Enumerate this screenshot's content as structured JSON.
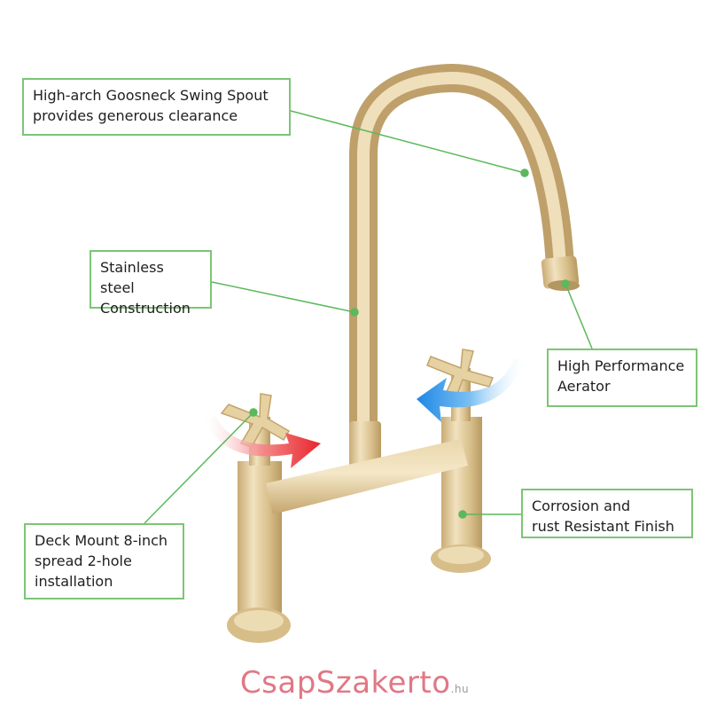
{
  "callouts": {
    "spout": "High-arch Goosneck Swing Spout\nprovides generous clearance",
    "steel": "Stainless steel\nConstruction",
    "aerator": "High Performance\nAerator",
    "finish": "Corrosion and\nrust Resistant Finish",
    "deck": "Deck Mount 8-inch\nspread 2-hole\ninstallation"
  },
  "brand": {
    "name": "CsapSzakerto",
    "tld": ".hu"
  },
  "colors": {
    "callout_border": "#7cc576",
    "leader_line": "#5cb85c",
    "faucet_gold": "#d8c08f",
    "hot_arrow": "#e8252b",
    "cold_arrow": "#1e88e5",
    "brand": "#e07884"
  }
}
